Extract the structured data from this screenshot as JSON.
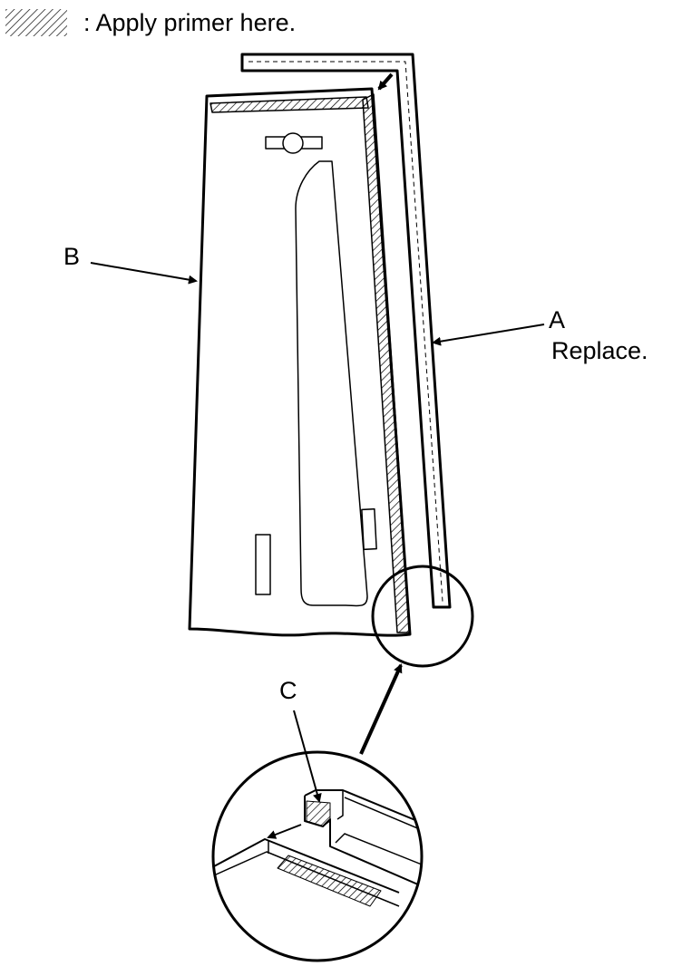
{
  "legend": {
    "text": ": Apply primer here.",
    "swatch_icon": "hatched-swatch-icon"
  },
  "labels": {
    "a": "A",
    "a_note": "Replace.",
    "b": "B",
    "c": "C"
  }
}
